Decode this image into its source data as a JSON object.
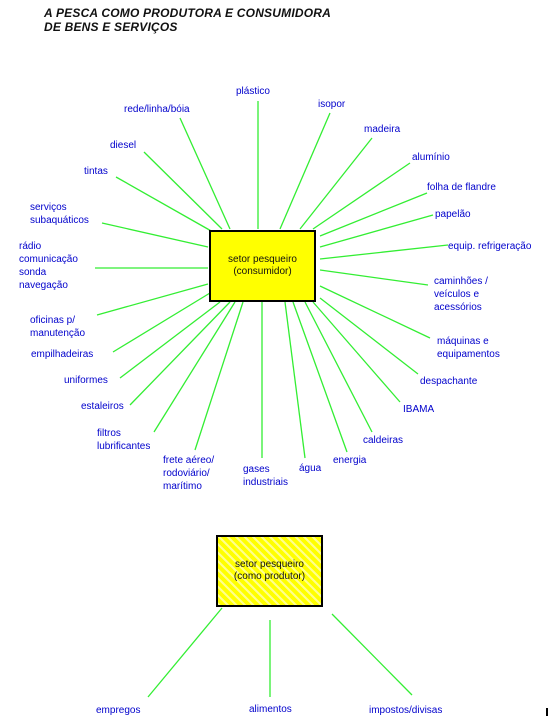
{
  "title": {
    "line1": "A PESCA COMO PRODUTORA E CONSUMIDORA",
    "line2": "DE BENS E SERVIÇOS"
  },
  "consumer_box": {
    "line1": "setor pesqueiro",
    "line2": "(consumidor)"
  },
  "producer_box": {
    "line1": "setor pesqueiro",
    "line2": "(como produtor)"
  },
  "consumer_labels": {
    "plastico": "plástico",
    "isopor": "isopor",
    "rede": "rede/linha/bóia",
    "madeira": "madeira",
    "diesel": "diesel",
    "aluminio": "alumínio",
    "tintas": "tintas",
    "folha": "folha de flandre",
    "servicos": "serviços\nsubaquáticos",
    "papelao": "papelão",
    "refrigeracao": "equip. refrigeração",
    "radio": "rádio\ncomunicação\nsonda\nnavegação",
    "caminhoes": "caminhões /\nveículos e\nacessórios",
    "oficinas": "oficinas p/\nmanutenção",
    "empilhadeiras": "empilhadeiras",
    "maquinas": "máquinas e\nequipamentos",
    "uniformes": "uniformes",
    "despachante": "despachante",
    "estaleiros": "estaleiros",
    "ibama": "IBAMA",
    "filtros": "filtros\nlubrificantes",
    "caldeiras": "caldeiras",
    "frete": "frete aéreo/\nrodoviário/\nmarítimo",
    "gases": "gases\nindustriais",
    "agua": "água",
    "energia": "energia"
  },
  "producer_labels": {
    "empregos": "empregos",
    "alimentos": "alimentos",
    "impostos": "impostos/divisas"
  },
  "colors": {
    "line": "#33ee33",
    "box_fill": "#ffff00",
    "label_text": "#0000cc"
  }
}
